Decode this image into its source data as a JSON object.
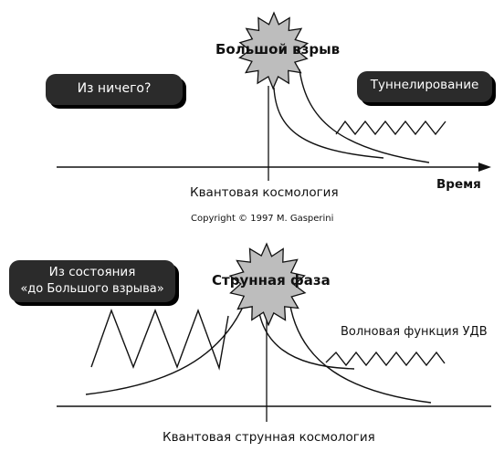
{
  "top_diagram": {
    "burst_label": "Большой взрыв",
    "left_box_label": "Из ничего?",
    "right_box_label": "Туннелирование",
    "axis_label": "Время",
    "caption": "Квантовая космология"
  },
  "copyright": "Copyright © 1997 M. Gasperini",
  "bottom_diagram": {
    "burst_label": "Струнная фаза",
    "left_box_label_line1": "Из состояния",
    "left_box_label_line2": "«до Большого взрыва»",
    "right_label": "Волновая функция УДВ",
    "caption": "Квантовая струнная космология"
  },
  "colors": {
    "box_fill": "#2b2b2b",
    "burst_fill": "#bdbdbd",
    "line": "#111111"
  }
}
